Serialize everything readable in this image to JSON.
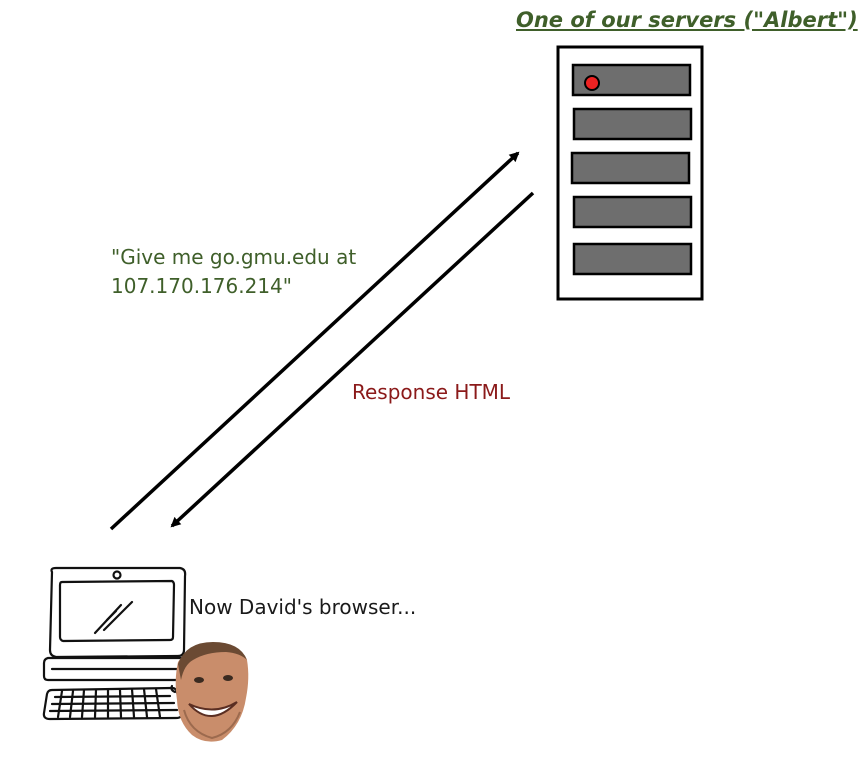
{
  "server": {
    "title": "One of our servers (\"Albert\")",
    "title_color": "#3f5f2a",
    "panel_color": "#6e6e6e",
    "led_color": "#ee2222"
  },
  "request": {
    "line1": "\"Give me go.gmu.edu at",
    "line2": "107.170.176.214\"",
    "color": "#3f5f2a"
  },
  "response": {
    "label": "Response HTML",
    "color": "#8b1a1a"
  },
  "client": {
    "caption": "Now David's browser..."
  },
  "icons": {
    "server": "server-tower-icon",
    "computer": "desktop-computer-icon",
    "avatar": "david-face-avatar"
  }
}
